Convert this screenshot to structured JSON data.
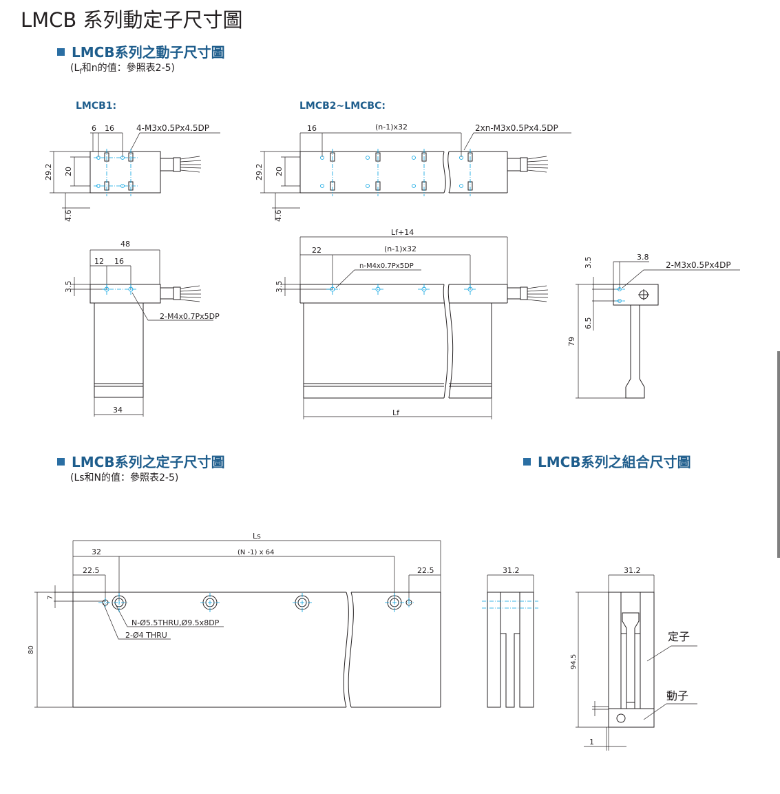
{
  "title": "LMCB 系列動定子尺寸圖",
  "sections": {
    "mover": {
      "title": "LMCB系列之動子尺寸圖",
      "note_prefix": "(L",
      "note_sub": "f",
      "note_suffix": "和n的值：參照表2-5)"
    },
    "stator": {
      "title": "LMCB系列之定子尺寸圖",
      "note": "(Ls和N的值：參照表2-5)"
    },
    "assembly": {
      "title": "LMCB系列之組合尺寸圖"
    }
  },
  "models": {
    "lmcb1": "LMCB1:",
    "lmcb2": "LMCB2~LMCBC:"
  },
  "dims": {
    "d6": "6",
    "d16": "16",
    "m3_45": "4-M3x0.5Px4.5DP",
    "d292": "29.2",
    "d20": "20",
    "d46": "4.6",
    "d48": "48",
    "d12": "12",
    "d35": "3.5",
    "m4_2": "2-M4x0.7Px5DP",
    "d34": "34",
    "n132": "(n-1)x32",
    "m3_2xn": "2xn-M3x0.5Px4.5DP",
    "lf14": "Lf+14",
    "d22": "22",
    "m4_n": "n-M4x0.7Px5DP",
    "lf": "Lf",
    "d38": "3.8",
    "m3_2": "2-M3x0.5Px4DP",
    "d65": "6.5",
    "d79": "79",
    "ls": "Ls",
    "d32": "32",
    "n164": "(N -1) x 64",
    "d225": "22.5",
    "d7": "7",
    "d80": "80",
    "hole_n": "N-Ø5.5THRU,Ø9.5x8DP",
    "hole_2": "2-Ø4 THRU",
    "d312": "31.2",
    "d945": "94.5",
    "d1": "1",
    "stator_label": "定子",
    "mover_label": "動子"
  },
  "colors": {
    "section_title": "#1e5d8c",
    "bullet": "#2a6ea3",
    "centerline": "#00a0e0",
    "line": "#231f20"
  }
}
